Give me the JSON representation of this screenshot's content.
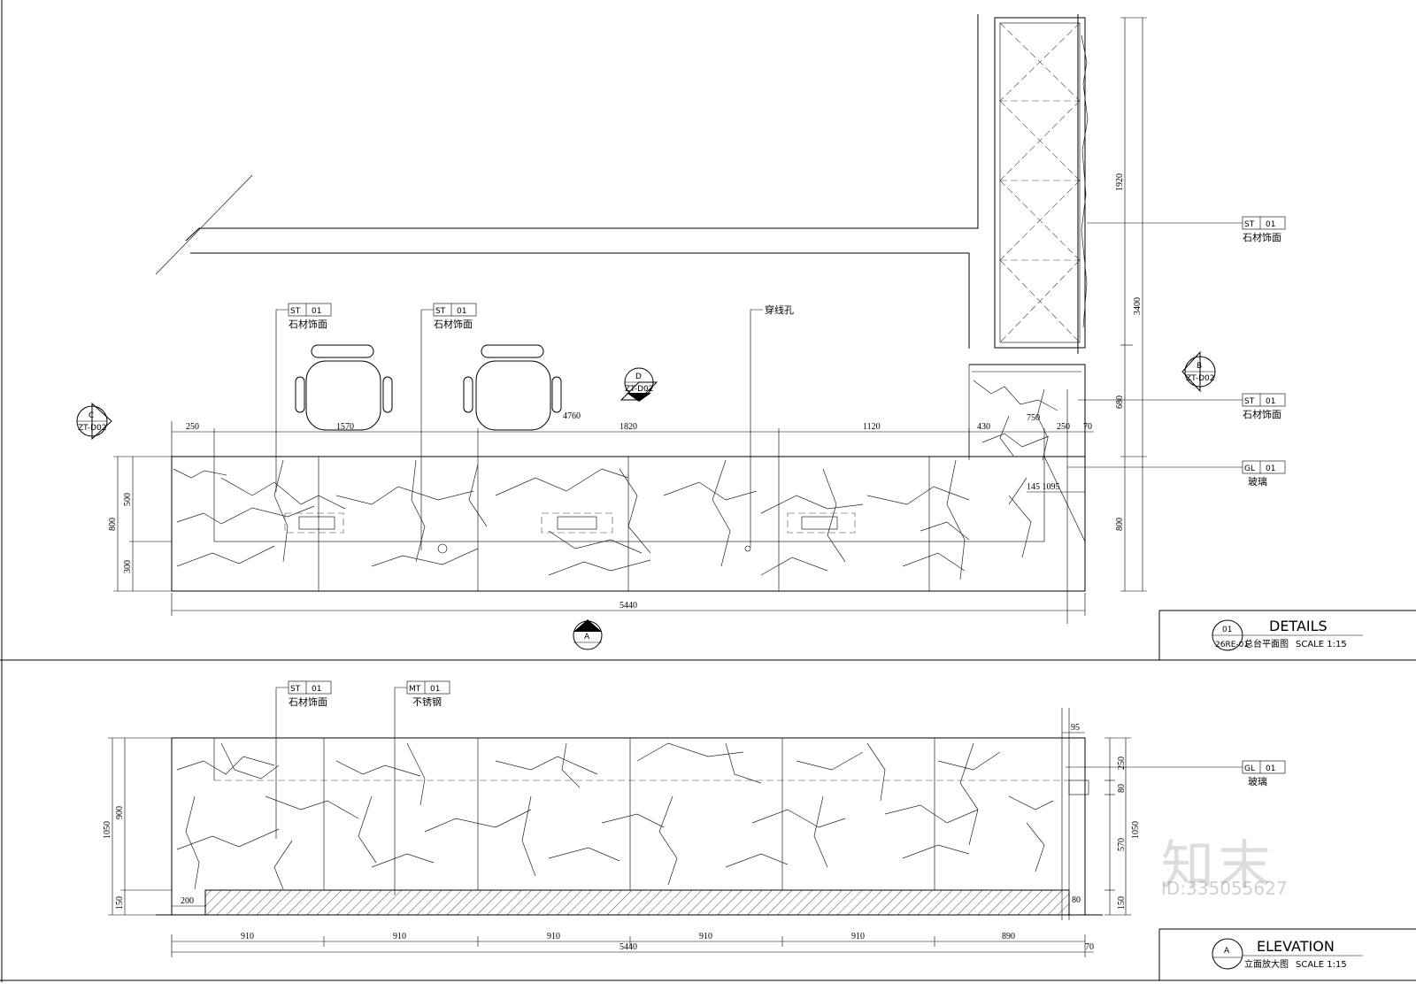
{
  "plan": {
    "top_dims": [
      "250",
      "1570",
      "4760",
      "1820",
      "1120",
      "430",
      "750",
      "250",
      "70"
    ],
    "left_dims": [
      "800",
      "500",
      "300"
    ],
    "right_dims": [
      "1920",
      "3400",
      "680",
      "800"
    ],
    "bottom_dim": "5440",
    "inner_dim": "145 1095",
    "callouts": [
      {
        "code": "ST",
        "num": "01",
        "label": "石材饰面"
      },
      {
        "code": "ST",
        "num": "01",
        "label": "石材饰面"
      },
      {
        "code": "ST",
        "num": "01",
        "label": "石材饰面"
      },
      {
        "code": "ST",
        "num": "01",
        "label": "石材饰面"
      },
      {
        "code": "GL",
        "num": "01",
        "label": "玻璃"
      }
    ],
    "hole_label": "穿线孔",
    "markers": [
      {
        "letter": "C",
        "ref": "ZT-D02"
      },
      {
        "letter": "D",
        "ref": "ZT-D02"
      },
      {
        "letter": "B",
        "ref": "ZT-D02"
      },
      {
        "letter": "A",
        "ref": ""
      }
    ],
    "title_block": {
      "num": "01",
      "ref": "26RE-01",
      "title": "DETAILS",
      "subtitle": "总台平面图",
      "scale": "SCALE 1:15"
    }
  },
  "elevation": {
    "callouts": [
      {
        "code": "ST",
        "num": "01",
        "label": "石材饰面"
      },
      {
        "code": "MT",
        "num": "01",
        "label": "不锈钢"
      },
      {
        "code": "GL",
        "num": "01",
        "label": "玻璃"
      }
    ],
    "left_dims": [
      "1050",
      "900",
      "150"
    ],
    "right_dims": [
      "250",
      "80",
      "570",
      "1050",
      "150"
    ],
    "top_dim": "95",
    "plinth_left": "200",
    "plinth_right": "80",
    "bottom_dims": [
      "910",
      "910",
      "910",
      "910",
      "910",
      "890"
    ],
    "total_dim": "5440",
    "end_dim": "70",
    "title_block": {
      "letter": "A",
      "title": "ELEVATION",
      "subtitle": "立面放大图",
      "scale": "SCALE 1:15"
    }
  },
  "watermark": {
    "text": "知末",
    "id": "ID:335055627"
  }
}
